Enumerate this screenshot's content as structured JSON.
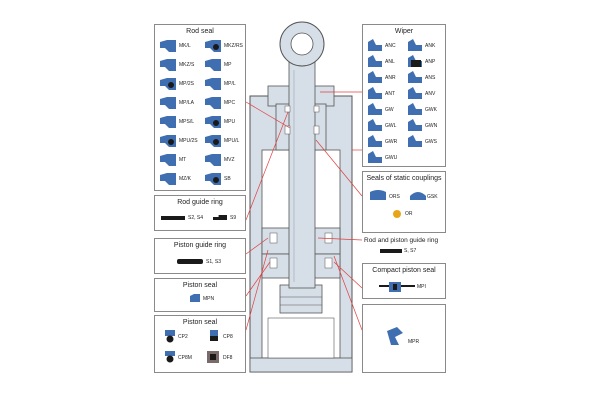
{
  "colors": {
    "seal": "#3f6fb0",
    "dark": "#1a1a1a",
    "body": "#d6dee7",
    "outline": "#555555",
    "leader": "#e04040"
  },
  "rod_seal": {
    "title": "Rod seal",
    "items": [
      "MK/L",
      "MKZ/RS",
      "MKZ/S",
      "MP",
      "MP/2S",
      "MP/L",
      "MP/LA",
      "MPC",
      "MPS/L",
      "MPU",
      "MPU/2S",
      "MPU/L",
      "MT",
      "MVZ",
      "MZ/K",
      "SB"
    ]
  },
  "rod_guide_ring": {
    "title": "Rod guide ring",
    "items": [
      "S2, S4",
      "S9"
    ]
  },
  "piston_guide_ring": {
    "title": "Piston guide ring",
    "items": [
      "S1, S3"
    ]
  },
  "piston_seal_single": {
    "title": "Piston seal",
    "items": [
      "MPN"
    ]
  },
  "piston_seal": {
    "title": "Piston seal",
    "items": [
      "CP2",
      "CP8",
      "CP8M",
      "DF8"
    ]
  },
  "wiper": {
    "title": "Wiper",
    "items": [
      "ANC",
      "ANK",
      "ANL",
      "ANP",
      "ANR",
      "ANS",
      "ANT",
      "ANV",
      "GW",
      "GWK",
      "GWL",
      "GWN",
      "GWR",
      "GWS",
      "GWU"
    ]
  },
  "static_couplings": {
    "title": "Seals of static couplings",
    "items": [
      "ORS",
      "GSK",
      "OR"
    ]
  },
  "rod_piston_guide_ring": {
    "title": "Rod and piston guide ring",
    "items": [
      "S, S7"
    ]
  },
  "compact_piston_seal": {
    "title": "Compact piston seal",
    "items": [
      "MPI"
    ]
  },
  "mpr": {
    "items": [
      "MPR"
    ]
  }
}
